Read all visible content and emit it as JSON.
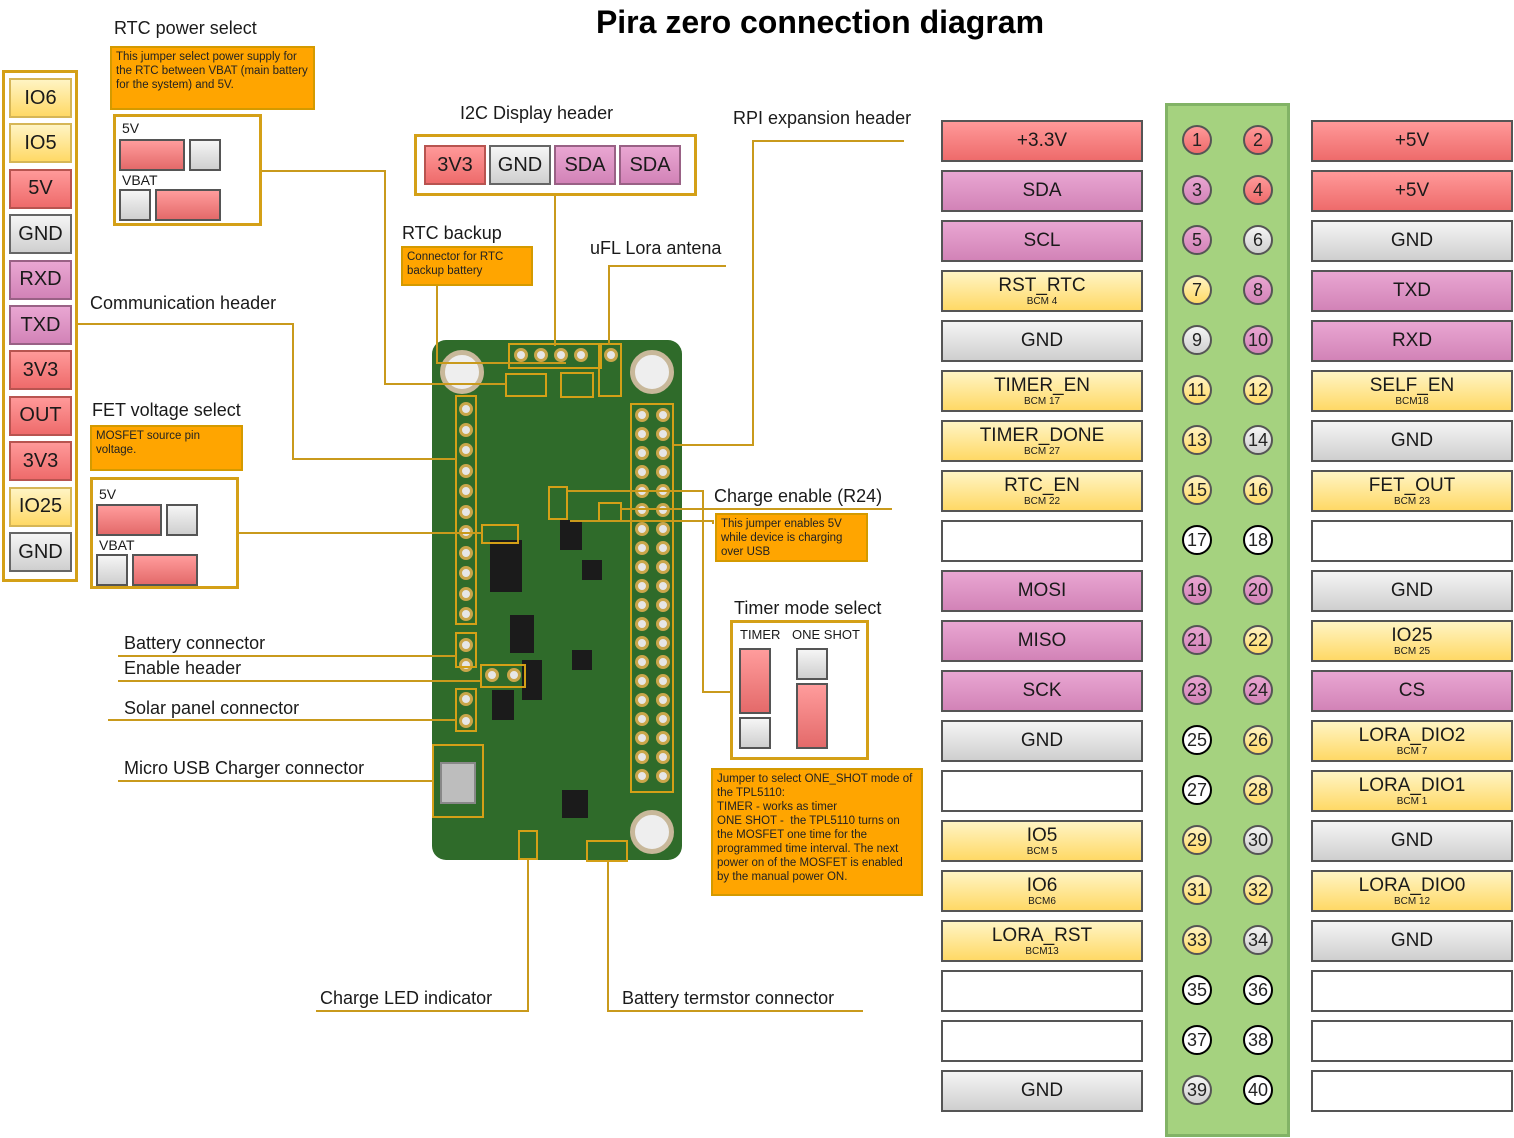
{
  "title": "Pira zero connection diagram",
  "labels": {
    "rtc_power_select": "RTC power select",
    "i2c_display_header": "I2C Display header",
    "rpi_expansion_header": "RPI expansion header",
    "rtc_backup": "RTC backup",
    "ufl_lora_antenna": "uFL Lora antena",
    "communication_header": "Communication header",
    "fet_voltage_select": "FET voltage select",
    "charge_enable": "Charge enable (R24)",
    "timer_mode_select": "Timer mode select",
    "battery_connector": "Battery connector",
    "enable_header": "Enable header",
    "solar_panel_connector": "Solar panel connector",
    "micro_usb_charger": "Micro USB Charger connector",
    "charge_led": "Charge LED indicator",
    "battery_termistor": "Battery termstor connector"
  },
  "notes": {
    "rtc_power": "This jumper select power supply for the RTC between VBAT (main battery for the system) and 5V.",
    "rtc_backup": "Connector for RTC backup battery",
    "fet_voltage": "MOSFET source pin voltage.",
    "charge_enable": "This jumper enables 5V while device is charging over USB",
    "timer_mode": "Jumper to select ONE_SHOT mode of the TPL5110:\nTIMER - works as timer\nONE SHOT -  the TPL5110 turns on the MOSFET one time for the programmed time interval. The next power on of the MOSFET is enabled by the manual power ON."
  },
  "jumper_labels": {
    "v5": "5V",
    "vbat": "VBAT",
    "timer": "TIMER",
    "one_shot": "ONE SHOT"
  },
  "communication_header_pins": [
    {
      "label": "IO6",
      "color": "yellow"
    },
    {
      "label": "IO5",
      "color": "yellow"
    },
    {
      "label": "5V",
      "color": "red"
    },
    {
      "label": "GND",
      "color": "gray"
    },
    {
      "label": "RXD",
      "color": "pink"
    },
    {
      "label": "TXD",
      "color": "pink"
    },
    {
      "label": "3V3",
      "color": "red"
    },
    {
      "label": "OUT",
      "color": "red"
    },
    {
      "label": "3V3",
      "color": "red"
    },
    {
      "label": "IO25",
      "color": "yellow"
    },
    {
      "label": "GND",
      "color": "gray"
    }
  ],
  "i2c_pins": [
    {
      "label": "3V3",
      "color": "red"
    },
    {
      "label": "GND",
      "color": "gray"
    },
    {
      "label": "SDA",
      "color": "pink"
    },
    {
      "label": "SDA",
      "color": "pink"
    }
  ],
  "gpio_rows": [
    {
      "left": {
        "name": "+3.3V",
        "bcm": "",
        "color": "red"
      },
      "ln": "1",
      "lc": "red",
      "rn": "2",
      "rc": "red",
      "right": {
        "name": "+5V",
        "bcm": "",
        "color": "red"
      }
    },
    {
      "left": {
        "name": "SDA",
        "bcm": "",
        "color": "pink"
      },
      "ln": "3",
      "lc": "pink",
      "rn": "4",
      "rc": "red",
      "right": {
        "name": "+5V",
        "bcm": "",
        "color": "red"
      }
    },
    {
      "left": {
        "name": "SCL",
        "bcm": "",
        "color": "pink"
      },
      "ln": "5",
      "lc": "pink",
      "rn": "6",
      "rc": "gray",
      "right": {
        "name": "GND",
        "bcm": "",
        "color": "gray"
      }
    },
    {
      "left": {
        "name": "RST_RTC",
        "bcm": "BCM 4",
        "color": "yellow"
      },
      "ln": "7",
      "lc": "yellow",
      "rn": "8",
      "rc": "pink",
      "right": {
        "name": "TXD",
        "bcm": "",
        "color": "pink"
      }
    },
    {
      "left": {
        "name": "GND",
        "bcm": "",
        "color": "gray"
      },
      "ln": "9",
      "lc": "gray",
      "rn": "10",
      "rc": "pink",
      "right": {
        "name": "RXD",
        "bcm": "",
        "color": "pink"
      }
    },
    {
      "left": {
        "name": "TIMER_EN",
        "bcm": "BCM 17",
        "color": "yellow"
      },
      "ln": "11",
      "lc": "yellow",
      "rn": "12",
      "rc": "yellow",
      "right": {
        "name": "SELF_EN",
        "bcm": "BCM18",
        "color": "yellow"
      }
    },
    {
      "left": {
        "name": "TIMER_DONE",
        "bcm": "BCM 27",
        "color": "yellow"
      },
      "ln": "13",
      "lc": "yellow",
      "rn": "14",
      "rc": "gray",
      "right": {
        "name": "GND",
        "bcm": "",
        "color": "gray"
      }
    },
    {
      "left": {
        "name": "RTC_EN",
        "bcm": "BCM 22",
        "color": "yellow"
      },
      "ln": "15",
      "lc": "yellow",
      "rn": "16",
      "rc": "yellow",
      "right": {
        "name": "FET_OUT",
        "bcm": "BCM 23",
        "color": "yellow"
      }
    },
    {
      "left": {
        "name": "",
        "bcm": "",
        "color": "white"
      },
      "ln": "17",
      "lc": "white",
      "rn": "18",
      "rc": "white",
      "right": {
        "name": "",
        "bcm": "",
        "color": "white"
      }
    },
    {
      "left": {
        "name": "MOSI",
        "bcm": "",
        "color": "pink"
      },
      "ln": "19",
      "lc": "pink",
      "rn": "20",
      "rc": "pink",
      "right": {
        "name": "GND",
        "bcm": "",
        "color": "gray"
      }
    },
    {
      "left": {
        "name": "MISO",
        "bcm": "",
        "color": "pink"
      },
      "ln": "21",
      "lc": "pink",
      "rn": "22",
      "rc": "yellow",
      "right": {
        "name": "IO25",
        "bcm": "BCM 25",
        "color": "yellow"
      }
    },
    {
      "left": {
        "name": "SCK",
        "bcm": "",
        "color": "pink"
      },
      "ln": "23",
      "lc": "pink",
      "rn": "24",
      "rc": "pink",
      "right": {
        "name": "CS",
        "bcm": "",
        "color": "pink"
      }
    },
    {
      "left": {
        "name": "GND",
        "bcm": "",
        "color": "gray"
      },
      "ln": "25",
      "lc": "white",
      "rn": "26",
      "rc": "yellow",
      "right": {
        "name": "LORA_DIO2",
        "bcm": "BCM 7",
        "color": "yellow"
      }
    },
    {
      "left": {
        "name": "",
        "bcm": "",
        "color": "white"
      },
      "ln": "27",
      "lc": "white",
      "rn": "28",
      "rc": "yellow",
      "right": {
        "name": "LORA_DIO1",
        "bcm": "BCM 1",
        "color": "yellow"
      }
    },
    {
      "left": {
        "name": "IO5",
        "bcm": "BCM 5",
        "color": "yellow"
      },
      "ln": "29",
      "lc": "yellow",
      "rn": "30",
      "rc": "gray",
      "right": {
        "name": "GND",
        "bcm": "",
        "color": "gray"
      }
    },
    {
      "left": {
        "name": "IO6",
        "bcm": "BCM6",
        "color": "yellow"
      },
      "ln": "31",
      "lc": "yellow",
      "rn": "32",
      "rc": "yellow",
      "right": {
        "name": "LORA_DIO0",
        "bcm": "BCM 12",
        "color": "yellow"
      }
    },
    {
      "left": {
        "name": "LORA_RST",
        "bcm": "BCM13",
        "color": "yellow"
      },
      "ln": "33",
      "lc": "yellow",
      "rn": "34",
      "rc": "gray",
      "right": {
        "name": "GND",
        "bcm": "",
        "color": "gray"
      }
    },
    {
      "left": {
        "name": "",
        "bcm": "",
        "color": "white"
      },
      "ln": "35",
      "lc": "white",
      "rn": "36",
      "rc": "white",
      "right": {
        "name": "",
        "bcm": "",
        "color": "white"
      }
    },
    {
      "left": {
        "name": "",
        "bcm": "",
        "color": "white"
      },
      "ln": "37",
      "lc": "white",
      "rn": "38",
      "rc": "white",
      "right": {
        "name": "",
        "bcm": "",
        "color": "white"
      }
    },
    {
      "left": {
        "name": "GND",
        "bcm": "",
        "color": "gray"
      },
      "ln": "39",
      "lc": "gray",
      "rn": "40",
      "rc": "white",
      "right": {
        "name": "",
        "bcm": "",
        "color": "white"
      }
    }
  ],
  "colors": {
    "red": "#ee7b7b",
    "pink": "#dd96c6",
    "yellow": "#ffe48a",
    "gray": "#dcdcdc",
    "white": "#ffffff",
    "header_green": "#a5d27f",
    "leader": "#c99a1c",
    "note_fill": "#ffa500",
    "board_green": "#2f6b2a"
  }
}
